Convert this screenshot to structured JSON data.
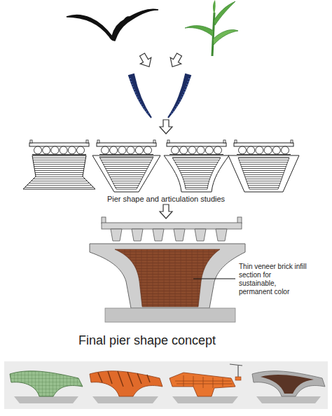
{
  "diagram": {
    "labels": [
      "Pier shape and articulation studies",
      "Thin veneer brick infill section for sustainable, permanent color",
      "Final pier shape concept"
    ]
  }
}
